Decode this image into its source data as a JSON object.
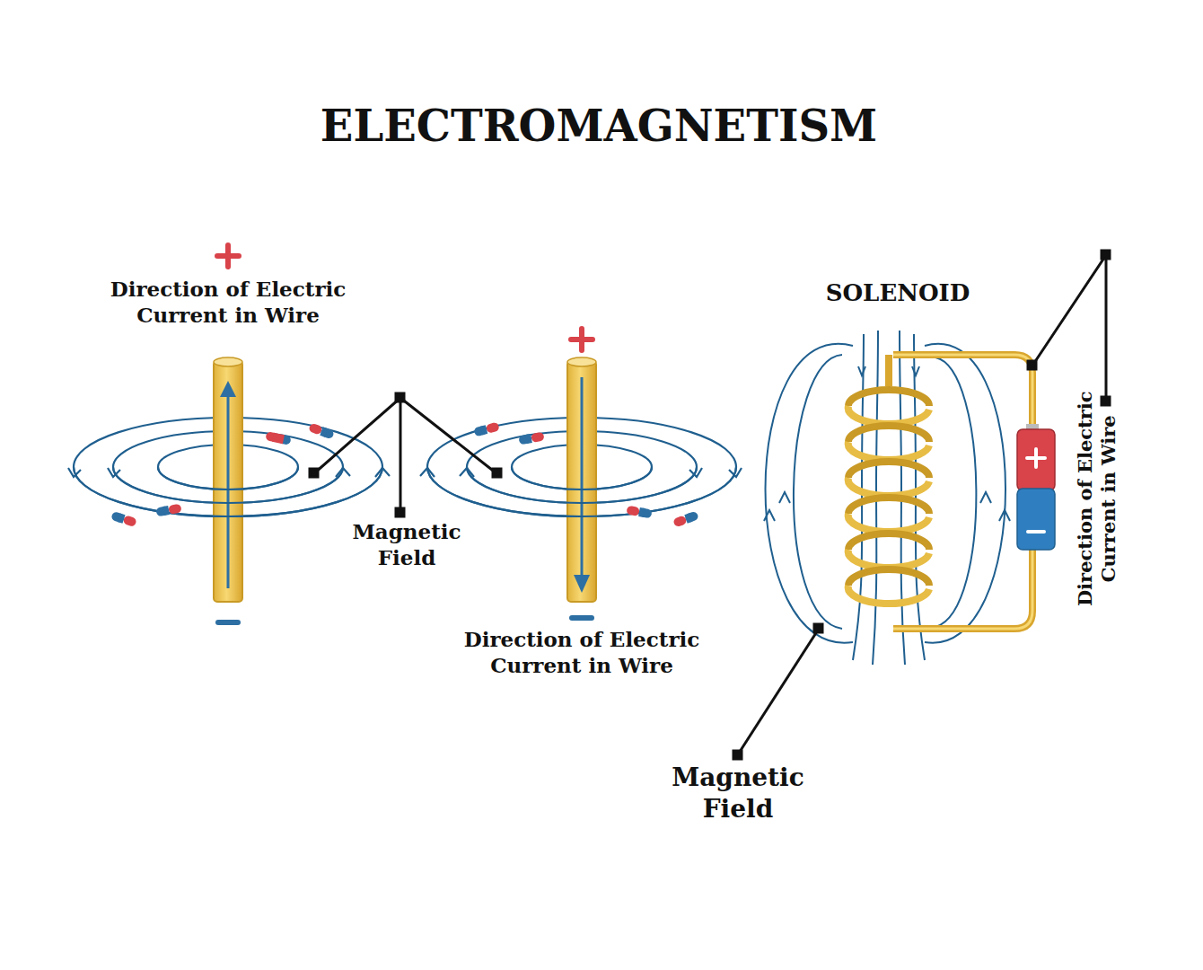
{
  "diagram": {
    "title": "ELECTROMAGNETISM",
    "labels": [
      "Direction of Electric Current in Wire",
      "Magnetic Field",
      "Direction of Electric Current in Wire",
      "SOLENOID",
      "Direction of Electric Current in Wire",
      "Magnetic Field"
    ]
  }
}
